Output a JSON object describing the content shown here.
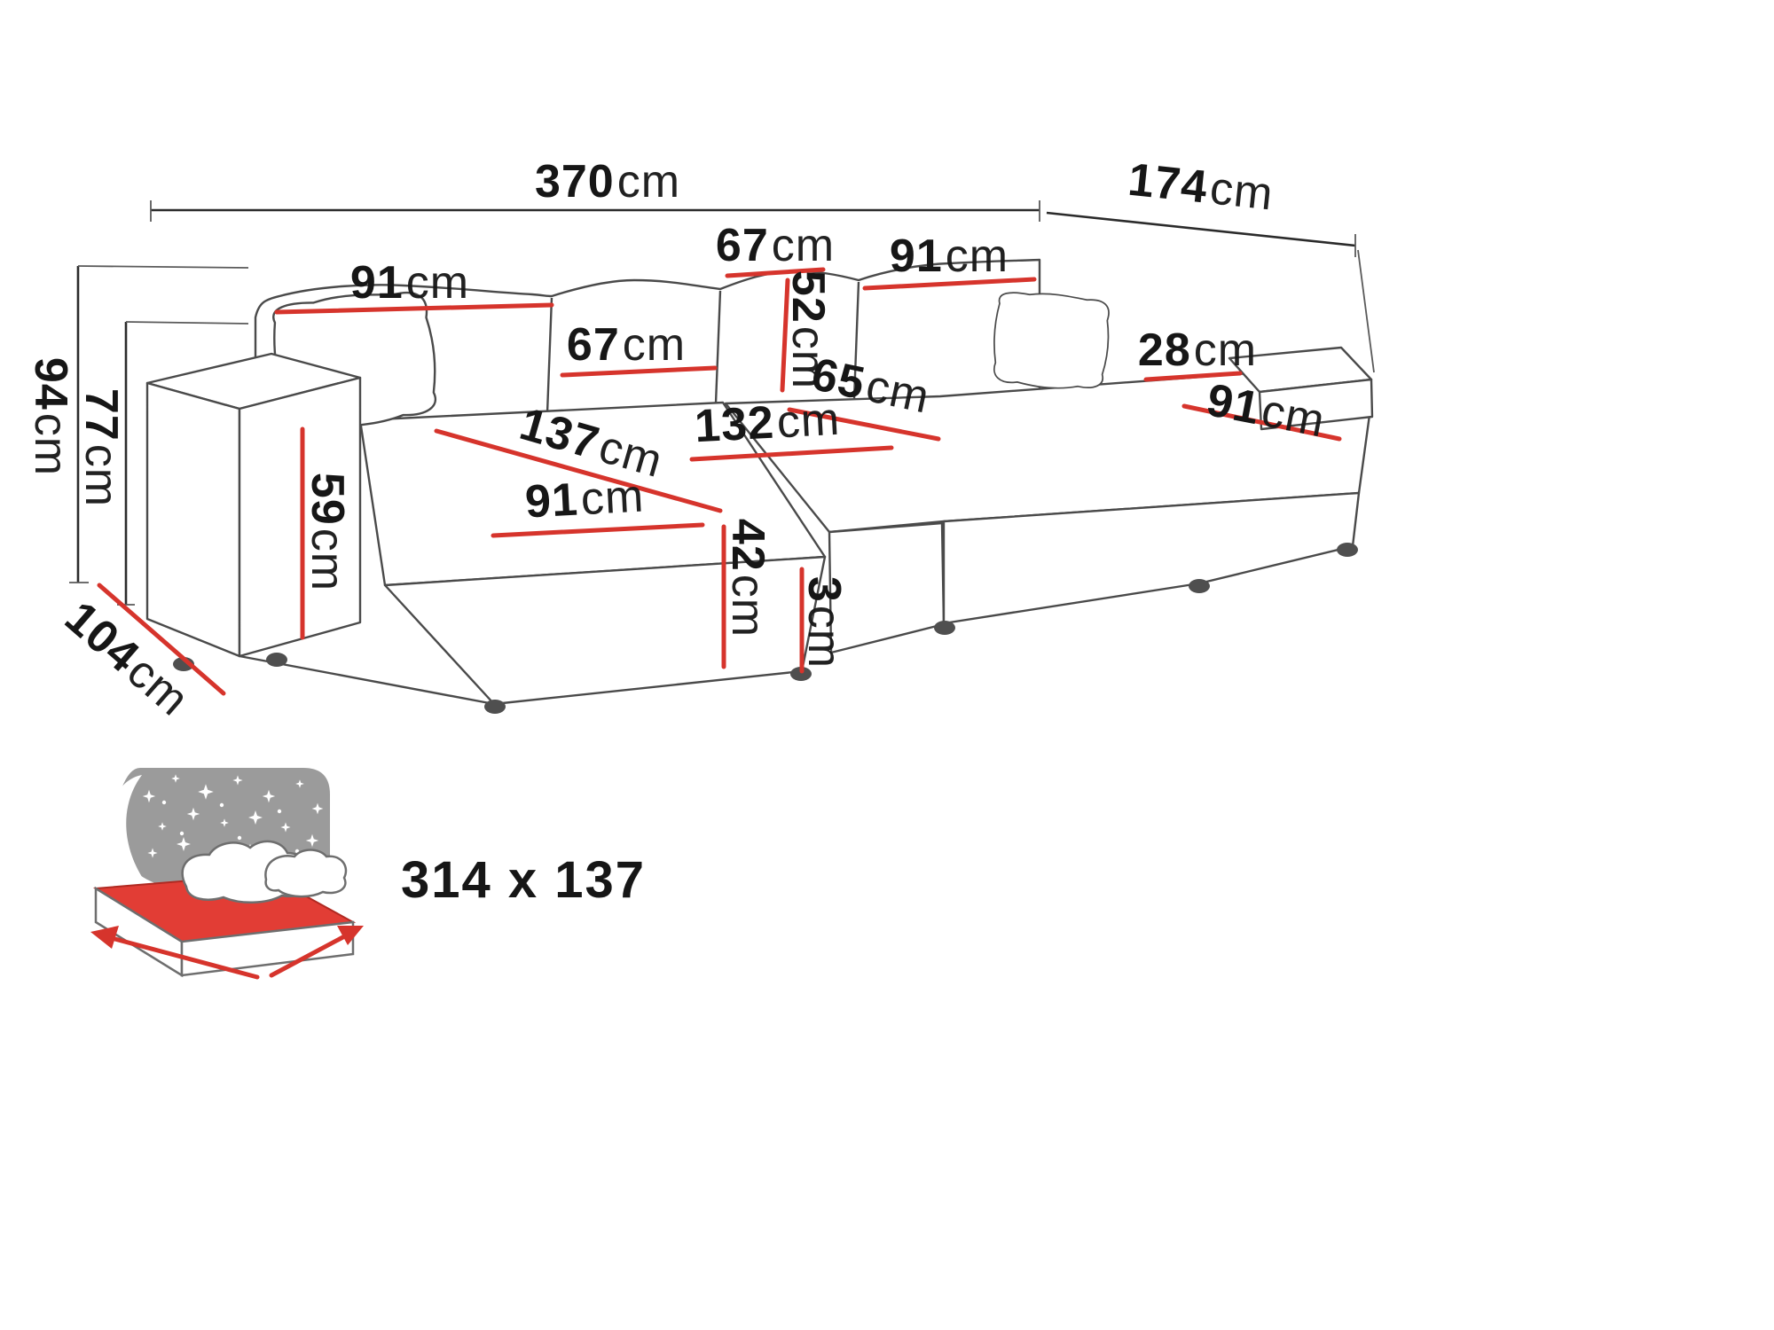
{
  "diagram_type": "sofa-dimension-diagram",
  "colors": {
    "dimension_line_red": "#d6342c",
    "outline_gray": "#4a4a4a",
    "text_black": "#161616",
    "headboard_gray": "#9b9b9b",
    "mattress_red": "#e23d35"
  },
  "dims": {
    "width_total": {
      "value": "370",
      "unit": "cm"
    },
    "depth_right": {
      "value": "174",
      "unit": "cm"
    },
    "height_total": {
      "value": "94",
      "unit": "cm"
    },
    "height_back": {
      "value": "77",
      "unit": "cm"
    },
    "depth_left": {
      "value": "104",
      "unit": "cm"
    },
    "back_left_width": {
      "value": "91",
      "unit": "cm"
    },
    "back_cushion_width": {
      "value": "67",
      "unit": "cm"
    },
    "back_top_width": {
      "value": "67",
      "unit": "cm"
    },
    "back_cushion_height": {
      "value": "52",
      "unit": "cm"
    },
    "back_right_width": {
      "value": "91",
      "unit": "cm"
    },
    "armrest_right_width": {
      "value": "28",
      "unit": "cm"
    },
    "seat_right_width": {
      "value": "91",
      "unit": "cm"
    },
    "seat_depth": {
      "value": "65",
      "unit": "cm"
    },
    "seat_middle_width": {
      "value": "132",
      "unit": "cm"
    },
    "chaise_length": {
      "value": "137",
      "unit": "cm"
    },
    "chaise_width": {
      "value": "91",
      "unit": "cm"
    },
    "armrest_height": {
      "value": "59",
      "unit": "cm"
    },
    "seat_height": {
      "value": "42",
      "unit": "cm"
    },
    "leg_height": {
      "value": "3",
      "unit": "cm"
    }
  },
  "sleeping_area": {
    "label": "314 x 137"
  }
}
